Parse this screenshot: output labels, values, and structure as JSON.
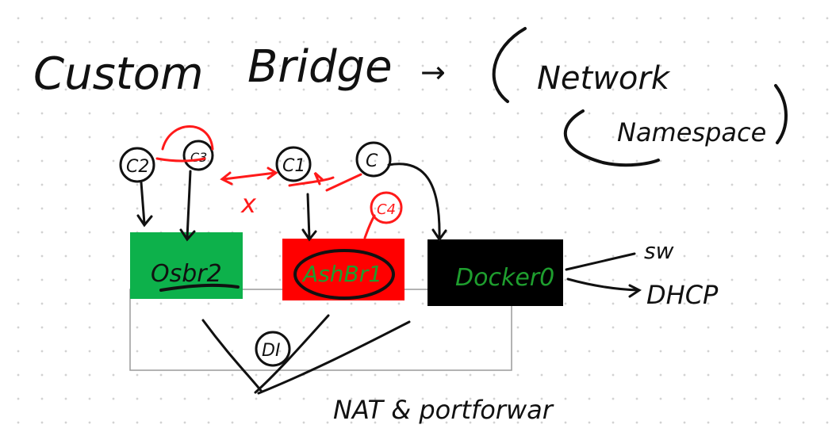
{
  "title": {
    "main": "Custom",
    "second": "Bridge",
    "arrow": "→"
  },
  "bracket": {
    "line1": "Network",
    "line2": "Namespace"
  },
  "containers": {
    "c2": "C2",
    "c3": "C3",
    "c1": "C1",
    "c": "C",
    "c4": "C4"
  },
  "bridges": {
    "osbr2": {
      "label": "Osbr2",
      "color": "#0db14b"
    },
    "ashbr1": {
      "label": "AshBr1",
      "color": "#ff0000"
    },
    "docker0": {
      "label": "Docker0",
      "color": "#000000"
    }
  },
  "host_label": "DI",
  "cross_mark": "x",
  "right_notes": {
    "line1": "sw",
    "line2": "DHCP"
  },
  "bottom_note": "NAT & portforwar",
  "colors": {
    "ink": "#111111",
    "red": "#ff1a1a",
    "green": "#1e9e2e",
    "host_box": "#9a9a9a"
  }
}
